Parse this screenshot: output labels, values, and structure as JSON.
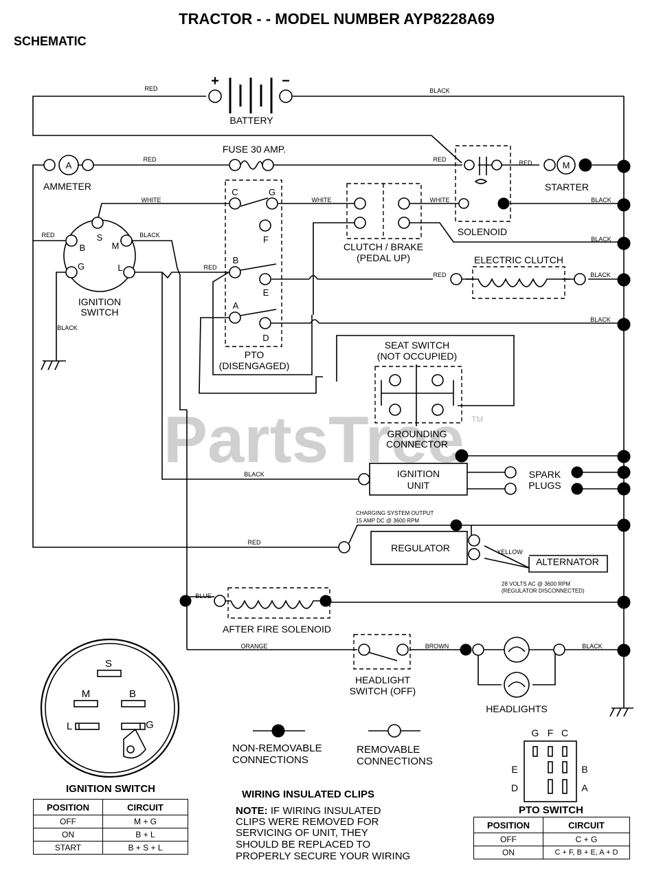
{
  "header": {
    "title": "TRACTOR - - MODEL NUMBER AYP8228A69",
    "section": "SCHEMATIC"
  },
  "components": {
    "battery": "BATTERY",
    "battery_plus": "+",
    "battery_minus": "−",
    "fuse": "FUSE 30 AMP.",
    "ammeter": "AMMETER",
    "ammeter_symbol": "A",
    "starter": "STARTER",
    "starter_symbol": "M",
    "solenoid": "SOLENOID",
    "clutch_brake": "CLUTCH / BRAKE",
    "clutch_brake_state": "(PEDAL UP)",
    "electric_clutch": "ELECTRIC CLUTCH",
    "ignition_switch": "IGNITION",
    "ignition_switch_2": "SWITCH",
    "pto": "PTO",
    "pto_state": "(DISENGAGED)",
    "seat_switch": "SEAT SWITCH",
    "seat_switch_state": "(NOT OCCUPIED)",
    "grounding_connector": "GROUNDING",
    "grounding_connector_2": "CONNECTOR",
    "ignition_unit": "IGNITION",
    "ignition_unit_2": "UNIT",
    "spark_plugs": "SPARK",
    "spark_plugs_2": "PLUGS",
    "charging_output": "CHARGING SYSTEM OUTPUT",
    "charging_output_2": "15 AMP DC @ 3600 RPM",
    "regulator": "REGULATOR",
    "alternator": "ALTERNATOR",
    "alternator_output": "28 VOLTS AC @ 3600 RPM",
    "alternator_output_2": "(REGULATOR DISCONNECTED)",
    "after_fire_solenoid": "AFTER FIRE SOLENOID",
    "headlight_switch": "HEADLIGHT",
    "headlight_switch_2": "SWITCH (OFF)",
    "headlights": "HEADLIGHTS"
  },
  "terminals": {
    "ign_s": "S",
    "ign_m": "M",
    "ign_b": "B",
    "ign_g": "G",
    "ign_l": "L",
    "pto_c": "C",
    "pto_g": "G",
    "pto_f": "F",
    "pto_b": "B",
    "pto_e": "E",
    "pto_a": "A",
    "pto_d": "D"
  },
  "wire_colors": {
    "red": "RED",
    "black": "BLACK",
    "white": "WHITE",
    "yellow": "YELLOW",
    "blue": "BLUE",
    "orange": "ORANGE",
    "brown": "BROWN"
  },
  "watermark": "PartsTree",
  "watermark_tm": "TM",
  "legend": {
    "non_removable": "NON-REMOVABLE",
    "non_removable_2": "CONNECTIONS",
    "removable": "REMOVABLE",
    "removable_2": "CONNECTIONS"
  },
  "ignition_switch_table": {
    "title": "IGNITION SWITCH",
    "headers": [
      "POSITION",
      "CIRCUIT"
    ],
    "rows": [
      [
        "OFF",
        "M + G"
      ],
      [
        "ON",
        "B + L"
      ],
      [
        "START",
        "B + S + L"
      ]
    ]
  },
  "ignition_switch_face": {
    "s": "S",
    "m": "M",
    "b": "B",
    "l": "L",
    "g": "G"
  },
  "wiring_clips": {
    "title": "WIRING INSULATED CLIPS",
    "note_label": "NOTE:",
    "note_lines": [
      " IF WIRING INSULATED",
      "CLIPS WERE REMOVED FOR",
      "SERVICING OF UNIT, THEY",
      "SHOULD BE REPLACED TO",
      "PROPERLY SECURE YOUR WIRING"
    ]
  },
  "pto_switch_face": {
    "g": "G",
    "f": "F",
    "c": "C",
    "e": "E",
    "b": "B",
    "d": "D",
    "a": "A"
  },
  "pto_switch_table": {
    "title": "PTO SWITCH",
    "headers": [
      "POSITION",
      "CIRCUIT"
    ],
    "rows": [
      [
        "OFF",
        "C + G"
      ],
      [
        "ON",
        "C + F, B + E, A + D"
      ]
    ]
  }
}
